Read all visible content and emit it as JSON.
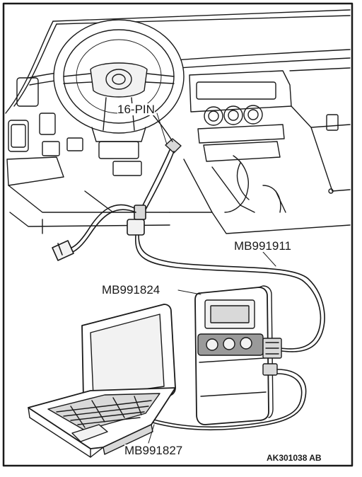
{
  "labels": {
    "connector": "16-PIN",
    "main_harness": "MB991911",
    "interface_unit": "MB991824",
    "usb_cable": "MB991827",
    "figure_code": "AK301038 AB"
  },
  "colors": {
    "line": "#1a1a1a",
    "background": "#ffffff",
    "fill_light": "#f2f2f2",
    "fill_mid": "#d9d9d9",
    "fill_dark": "#9a9a9a"
  },
  "icons": {
    "steering_wheel": "steering-wheel-icon",
    "laptop": "laptop-icon",
    "interface_unit": "interface-unit-icon",
    "connector": "connector-plug-icon"
  }
}
